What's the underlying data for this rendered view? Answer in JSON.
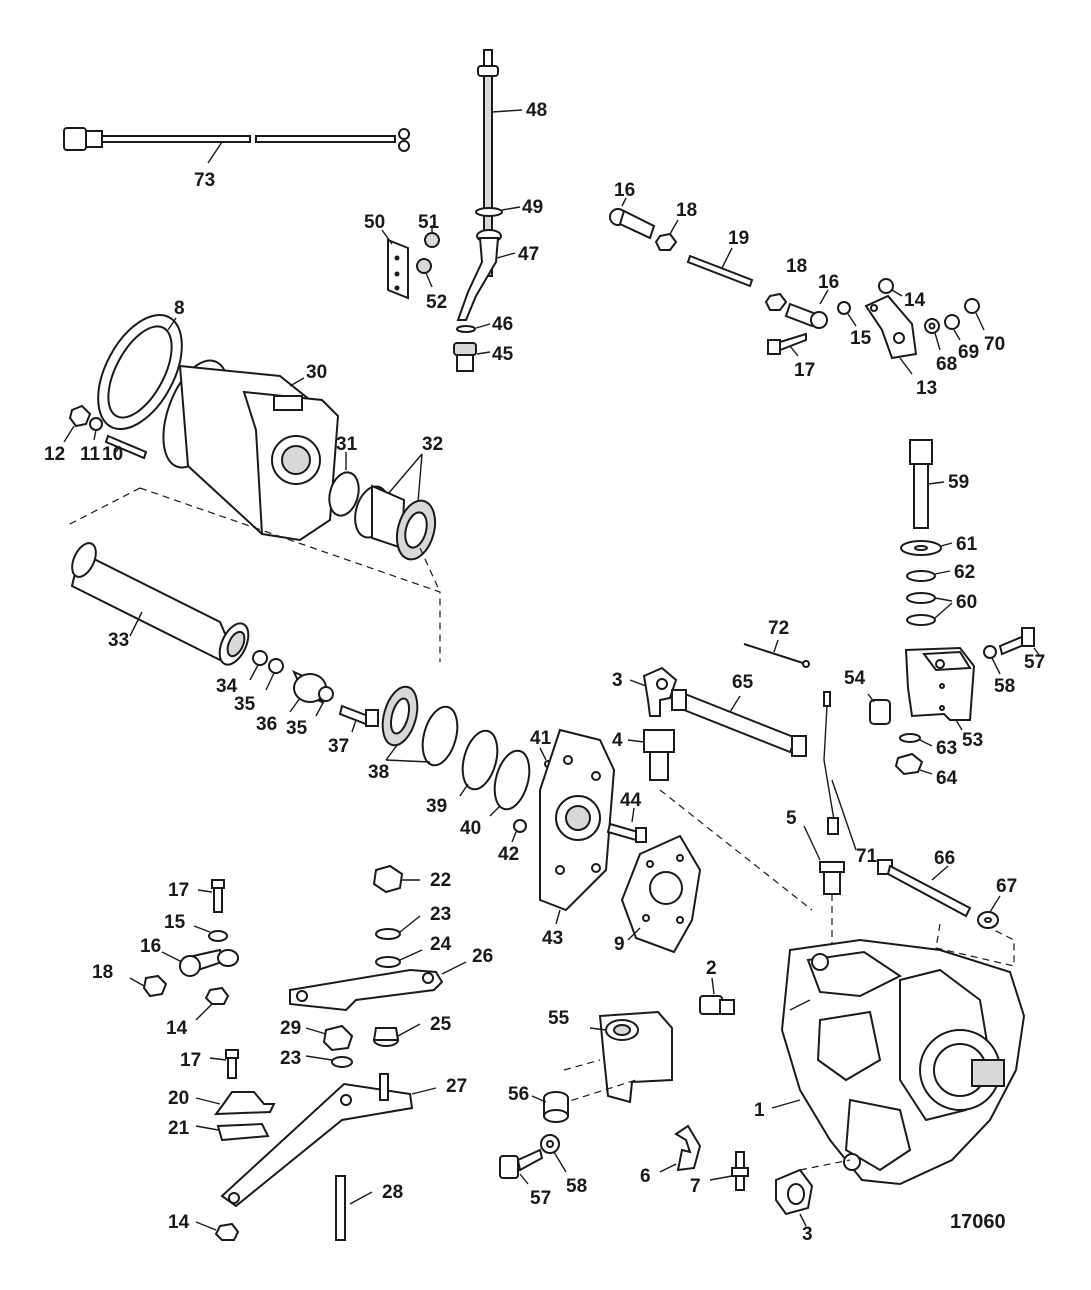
{
  "diagram": {
    "figure_number": "17060",
    "callouts": {
      "c1": "1",
      "c2": "2",
      "c3a": "3",
      "c3b": "3",
      "c4": "4",
      "c5": "5",
      "c6": "6",
      "c7": "7",
      "c8": "8",
      "c9": "9",
      "c10": "10",
      "c11": "11",
      "c12": "12",
      "c13": "13",
      "c14a": "14",
      "c14b": "14",
      "c14c": "14",
      "c15a": "15",
      "c15b": "15",
      "c16a": "16",
      "c16b": "16",
      "c16c": "16",
      "c17a": "17",
      "c17b": "17",
      "c17c": "17",
      "c18a": "18",
      "c18b": "18",
      "c18c": "18",
      "c19": "19",
      "c20": "20",
      "c21": "21",
      "c22": "22",
      "c23a": "23",
      "c23b": "23",
      "c24": "24",
      "c25": "25",
      "c26": "26",
      "c27": "27",
      "c28": "28",
      "c29": "29",
      "c30": "30",
      "c31": "31",
      "c32": "32",
      "c33": "33",
      "c34": "34",
      "c35a": "35",
      "c35b": "35",
      "c36": "36",
      "c37": "37",
      "c38": "38",
      "c39": "39",
      "c40": "40",
      "c41": "41",
      "c42": "42",
      "c43": "43",
      "c44": "44",
      "c45": "45",
      "c46": "46",
      "c47": "47",
      "c48": "48",
      "c49": "49",
      "c50": "50",
      "c51": "51",
      "c52": "52",
      "c53": "53",
      "c54": "54",
      "c55": "55",
      "c56": "56",
      "c57a": "57",
      "c57b": "57",
      "c58a": "58",
      "c58b": "58",
      "c59": "59",
      "c60": "60",
      "c61": "61",
      "c62": "62",
      "c63": "63",
      "c64": "64",
      "c65": "65",
      "c66": "66",
      "c67": "67",
      "c68": "68",
      "c69": "69",
      "c70": "70",
      "c71": "71",
      "c72": "72",
      "c73": "73"
    },
    "colors": {
      "line": "#1a1a1a",
      "background": "#ffffff",
      "shade": "#d8d8d8"
    }
  }
}
